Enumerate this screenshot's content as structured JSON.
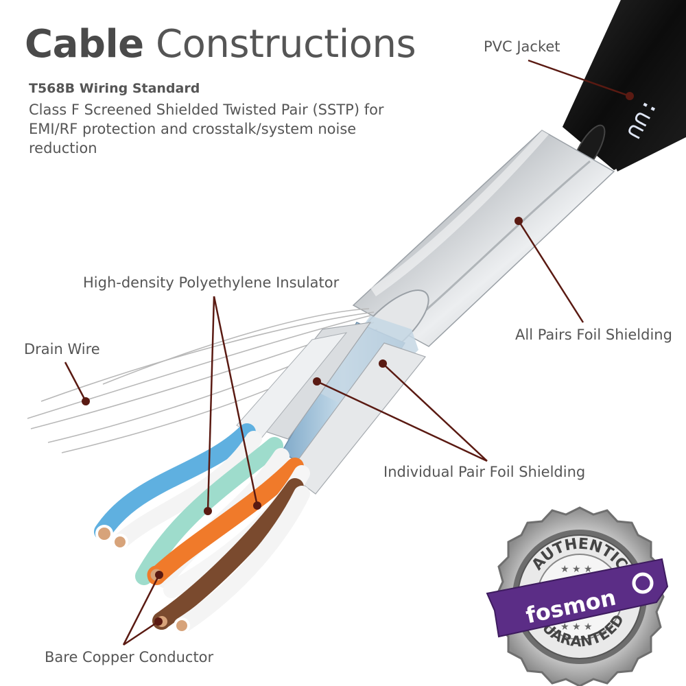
{
  "heading": {
    "title_bold": "Cable",
    "title_light": "Constructions",
    "subtitle": "T568B Wiring Standard",
    "description": "Class F Screened Shielded Twisted Pair (SSTP) for EMI/RF protection and crosstalk/system noise reduction"
  },
  "labels": {
    "pvc_jacket": "PVC Jacket",
    "all_pairs_foil": "All Pairs Foil Shielding",
    "insulator": "High-density Polyethylene Insulator",
    "drain_wire": "Drain Wire",
    "pair_foil": "Individual Pair Foil Shielding",
    "copper": "Bare Copper Conductor"
  },
  "badge": {
    "top": "AUTHENTIC",
    "brand": "fosmon",
    "bottom": "GUARANTEED"
  },
  "colors": {
    "leader": "#5a1a12",
    "jacket": "#111111",
    "foil": "#d9dcdf",
    "blue": "#5fb0e0",
    "green": "#8fd6c4",
    "orange": "#f07a2a",
    "brown": "#7a4a2e",
    "badge_purple": "#5b2d86"
  }
}
